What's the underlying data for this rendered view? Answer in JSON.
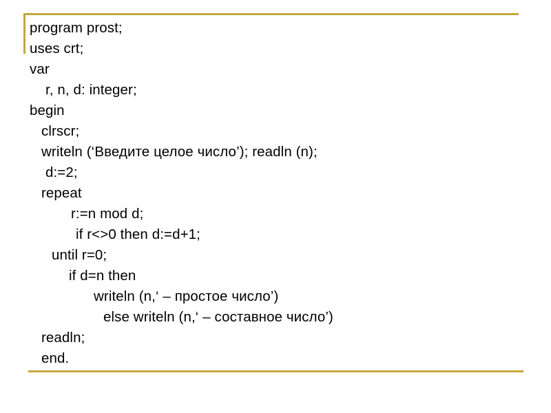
{
  "slide": {
    "background_color": "#FFFFFF",
    "text_color": "#000000",
    "accent_color": "#C4A73C",
    "language": "Pascal",
    "code_lines": [
      {
        "text": "program prost;",
        "indent": 0
      },
      {
        "text": "uses crt;",
        "indent": 0
      },
      {
        "text": "var",
        "indent": 0
      },
      {
        "text": "r, n, d: integer;",
        "indent": 3
      },
      {
        "text": "begin",
        "indent": 0
      },
      {
        "text": "clrscr;",
        "indent": 2
      },
      {
        "text": "writeln (‘Введите целое число’); readln (n);",
        "indent": 2
      },
      {
        "text": "d:=2;",
        "indent": 3
      },
      {
        "text": "repeat",
        "indent": 2
      },
      {
        "text": "r:=n mod d;",
        "indent": 6
      },
      {
        "text": "if r<>0 then d:=d+1;",
        "indent": 7
      },
      {
        "text": "until r=0;",
        "indent": 4
      },
      {
        "text": "if d=n then",
        "indent": 5
      },
      {
        "text": "writeln (n,‘ – простое число’)",
        "indent": 8
      },
      {
        "text": "else writeln (n,‘ – составное число’)",
        "indent": 9
      },
      {
        "text": "readln;",
        "indent": 2
      },
      {
        "text": "end.",
        "indent": 2
      }
    ]
  }
}
